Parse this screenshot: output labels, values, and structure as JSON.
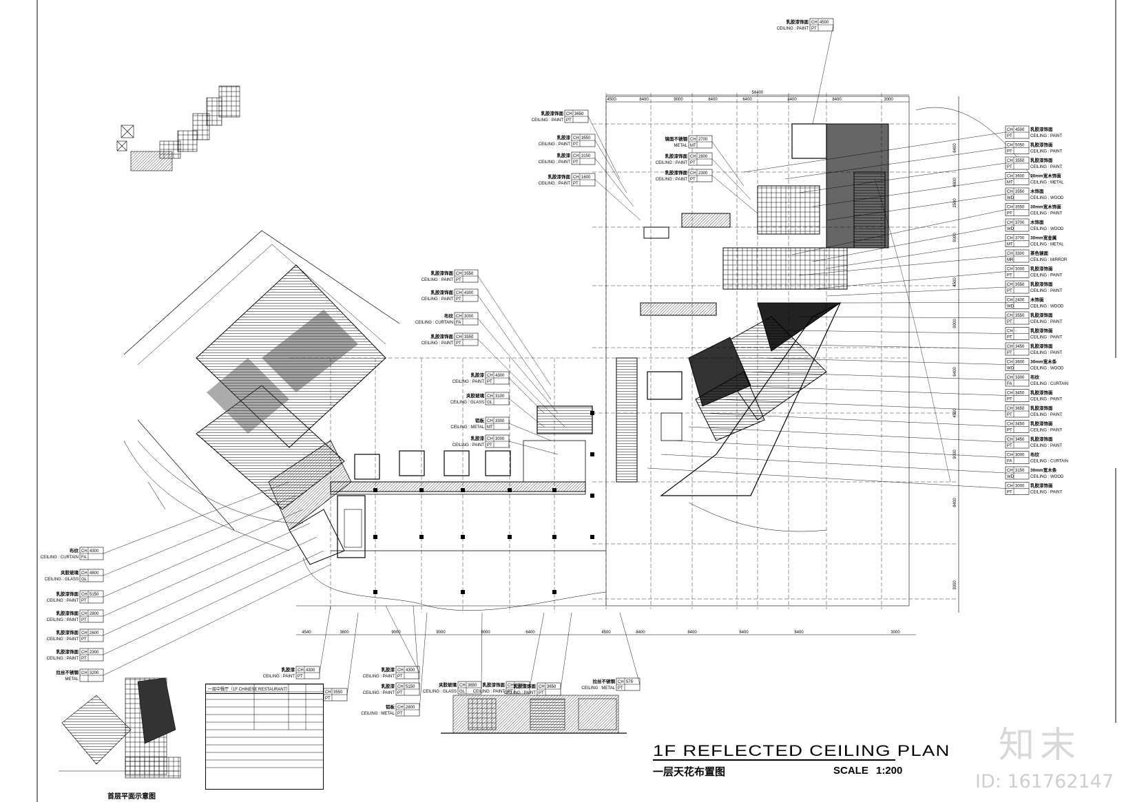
{
  "title": {
    "english": "1F REFLECTED CEILING  PLAN",
    "chinese": "一层天花布置图",
    "scale_label": "SCALE",
    "scale_value": "1:200"
  },
  "key_plan_caption": "首层平面示意图",
  "watermark": {
    "logo": "知末",
    "id": "ID: 161762147"
  },
  "schedule": {
    "heading": "一层中餐厅（1F CHINESE RESTAURANT）"
  },
  "ceiling_tags": {
    "left": [
      {
        "name": "布纹",
        "spec": "CEILING : CURTAIN",
        "code": "FA",
        "ch": "4300"
      },
      {
        "name": "夹胶玻璃",
        "spec": "CEILING : GLASS",
        "code": "GL",
        "ch": "4800"
      },
      {
        "name": "乳胶漆饰面",
        "spec": "CEILING : PAINT",
        "code": "PT",
        "ch": "5150"
      },
      {
        "name": "乳胶漆饰面",
        "spec": "CEILING : PAINT",
        "code": "PT",
        "ch": "2800"
      },
      {
        "name": "乳胶漆饰面",
        "spec": "CEILING : PAINT",
        "code": "PT",
        "ch": "2600"
      },
      {
        "name": "乳胶漆饰面",
        "spec": "CEILING : PAINT",
        "code": "PT",
        "ch": "2300"
      },
      {
        "name": "拉丝不锈钢",
        "spec": "METAL",
        "code": "",
        "ch": "3200"
      }
    ],
    "right": [
      {
        "name": "乳胶漆饰面",
        "spec": "CEILING : PAINT",
        "code": "PT",
        "ch": "4500"
      },
      {
        "name": "乳胶漆饰面",
        "spec": "CEILING : PAINT",
        "code": "PT",
        "ch": "5050"
      },
      {
        "name": "乳胶漆饰面",
        "spec": "CEILING : PAINT",
        "code": "PT",
        "ch": "3550"
      },
      {
        "name": "30mm宽木饰面",
        "spec": "CEILING : METAL",
        "code": "MT",
        "ch": "3600"
      },
      {
        "name": "木饰面",
        "spec": "CEILING : WOOD",
        "code": "WD",
        "ch": "3550"
      },
      {
        "name": "30mm宽木饰面",
        "spec": "CEILING : PAINT",
        "code": "PT",
        "ch": "3550"
      },
      {
        "name": "木饰面",
        "spec": "CEILING : WOOD",
        "code": "WD",
        "ch": "3700"
      },
      {
        "name": "30mm宽金属",
        "spec": "CEILING : METAL",
        "code": "MT",
        "ch": "3700"
      },
      {
        "name": "茶色镜面",
        "spec": "CEILING : MIRROR",
        "code": "MR",
        "ch": "3300"
      },
      {
        "name": "乳胶漆饰面",
        "spec": "CEILING : PAINT",
        "code": "PT",
        "ch": "3000"
      },
      {
        "name": "乳胶漆饰面",
        "spec": "CEILING : PAINT",
        "code": "PT",
        "ch": "3550"
      },
      {
        "name": "木饰面",
        "spec": "CEILING : WOOD",
        "code": "WD",
        "ch": "2400"
      },
      {
        "name": "乳胶漆饰面",
        "spec": "CEILING : PAINT",
        "code": "PT",
        "ch": "3550"
      },
      {
        "name": "乳胶漆饰面",
        "spec": "CEILING : PAINT",
        "code": "PT",
        "ch": "-"
      },
      {
        "name": "乳胶漆饰面",
        "spec": "CEILING : PAINT",
        "code": "PT",
        "ch": "3450"
      },
      {
        "name": "30mm宽木条",
        "spec": "CEILING : WOOD",
        "code": "WD",
        "ch": "3600"
      },
      {
        "name": "布纹",
        "spec": "CEILING : CURTAIN",
        "code": "FA",
        "ch": "3300"
      },
      {
        "name": "乳胶漆饰面",
        "spec": "CEILING : PAINT",
        "code": "PT",
        "ch": "3450"
      },
      {
        "name": "乳胶漆饰面",
        "spec": "CEILING : PAINT",
        "code": "PT",
        "ch": "3650"
      },
      {
        "name": "乳胶漆饰面",
        "spec": "CEILING : PAINT",
        "code": "PT",
        "ch": "3450"
      },
      {
        "name": "乳胶漆饰面",
        "spec": "CEILING : PAINT",
        "code": "PT",
        "ch": "3450"
      },
      {
        "name": "布纹",
        "spec": "CEILING : CURTAIN",
        "code": "FA",
        "ch": "3000"
      },
      {
        "name": "30mm宽木条",
        "spec": "CEILING : WOOD",
        "code": "WD",
        "ch": "3150"
      },
      {
        "name": "乳胶漆饰面",
        "spec": "CEILING : PAINT",
        "code": "PT",
        "ch": "3000"
      }
    ],
    "top": [
      {
        "name": "乳胶漆饰面",
        "spec": "CEILING : PAINT",
        "code": "PT",
        "ch": "3650"
      },
      {
        "name": "乳胶漆",
        "spec": "CEILING : PAINT",
        "code": "PT",
        "ch": "3550"
      },
      {
        "name": "乳胶漆",
        "spec": "CEILING : PAINT",
        "code": "PT",
        "ch": "3150"
      },
      {
        "name": "乳胶漆饰面",
        "spec": "CEILING : PAINT",
        "code": "PT",
        "ch": "1600"
      },
      {
        "name": "镜面不锈钢",
        "spec": "METAL",
        "code": "MT",
        "ch": "2700"
      },
      {
        "name": "乳胶漆饰面",
        "spec": "CEILING : PAINT",
        "code": "PT",
        "ch": "2800"
      },
      {
        "name": "乳胶漆饰面",
        "spec": "CEILING : PAINT",
        "code": "PT",
        "ch": "2300"
      },
      {
        "name": "乳胶漆饰面",
        "spec": "CEILING : PAINT",
        "code": "PT",
        "ch": "4500"
      }
    ],
    "middle": [
      {
        "name": "乳胶漆饰面",
        "spec": "CEILING : PAINT",
        "code": "PT",
        "ch": "3550"
      },
      {
        "name": "乳胶漆饰面",
        "spec": "CEILING : PAINT",
        "code": "PT",
        "ch": "4300"
      },
      {
        "name": "布纹",
        "spec": "CEILING : CURTAIN",
        "code": "FA",
        "ch": "3000"
      },
      {
        "name": "乳胶漆饰面",
        "spec": "CEILING : PAINT",
        "code": "PT",
        "ch": "3550"
      },
      {
        "name": "乳胶漆",
        "spec": "CEILING : PAINT",
        "code": "PT",
        "ch": "4300"
      },
      {
        "name": "夹胶玻璃",
        "spec": "CEILING : GLASS",
        "code": "GL",
        "ch": "3100"
      },
      {
        "name": "铝板",
        "spec": "CEILING : METAL",
        "code": "MT",
        "ch": "3300"
      },
      {
        "name": "乳胶漆",
        "spec": "CEILING : PAINT",
        "code": "PT",
        "ch": "3000"
      }
    ],
    "bottom": [
      {
        "name": "乳胶漆",
        "spec": "CEILING : PAINT",
        "code": "PT",
        "ch": "4300"
      },
      {
        "name": "乳胶漆",
        "spec": "CEILING : PAINT",
        "code": "PT",
        "ch": "4300"
      },
      {
        "name": "乳胶漆",
        "spec": "CEILING : PAINT",
        "code": "PT",
        "ch": "5150"
      },
      {
        "name": "乳胶漆饰面",
        "spec": "CEILING : PAINT",
        "code": "PT",
        "ch": "3550"
      },
      {
        "name": "铝板",
        "spec": "CEILING : METAL",
        "code": "PT",
        "ch": "2800"
      },
      {
        "name": "夹胶玻璃",
        "spec": "CEILING : GLASS",
        "code": "GL",
        "ch": "3650"
      },
      {
        "name": "乳胶漆饰面",
        "spec": "CEILING : PAINT",
        "code": "PT",
        "ch": "3550"
      },
      {
        "name": "乳胶漆饰面",
        "spec": "CEILING : PAINT",
        "code": "PT",
        "ch": "3650"
      },
      {
        "name": "拉丝不锈钢",
        "spec": "CEILING : METAL",
        "code": "PT",
        "ch": "575"
      }
    ]
  },
  "dimensions": {
    "top": [
      "4500",
      "8400",
      "9000",
      "8400",
      "6400",
      "8400",
      "8400",
      "3000"
    ],
    "top_total": "58400",
    "bottom": [
      "4540",
      "3600",
      "9000",
      "9000",
      "9000",
      "6400",
      "4500",
      "8400",
      "8400",
      "8400",
      "8400",
      "3000"
    ],
    "right": [
      "8400",
      "4800",
      "3500",
      "9000",
      "4500",
      "9000",
      "6400",
      "4500",
      "9000",
      "8400",
      "3000"
    ]
  }
}
